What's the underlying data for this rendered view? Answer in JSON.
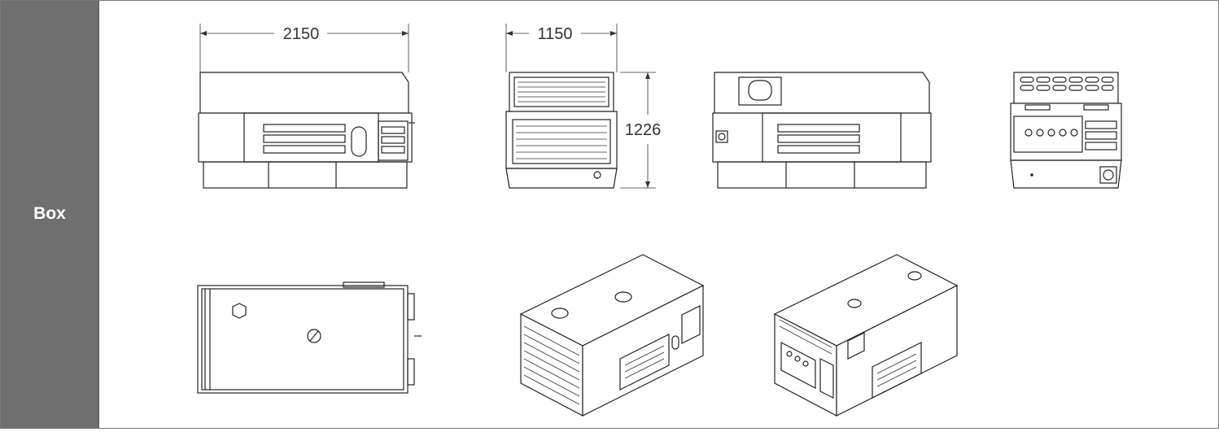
{
  "row_label": "Box",
  "dimensions": {
    "length": "2150",
    "width": "1150",
    "height": "1226"
  },
  "views": [
    {
      "name": "front-elevation"
    },
    {
      "name": "end-elevation"
    },
    {
      "name": "rear-elevation"
    },
    {
      "name": "panel-end-elevation"
    },
    {
      "name": "top-plan"
    },
    {
      "name": "isometric-front"
    },
    {
      "name": "isometric-rear"
    }
  ],
  "colors": {
    "label_bg": "#6f6f6f",
    "label_text": "#ffffff",
    "line": "#222222"
  }
}
